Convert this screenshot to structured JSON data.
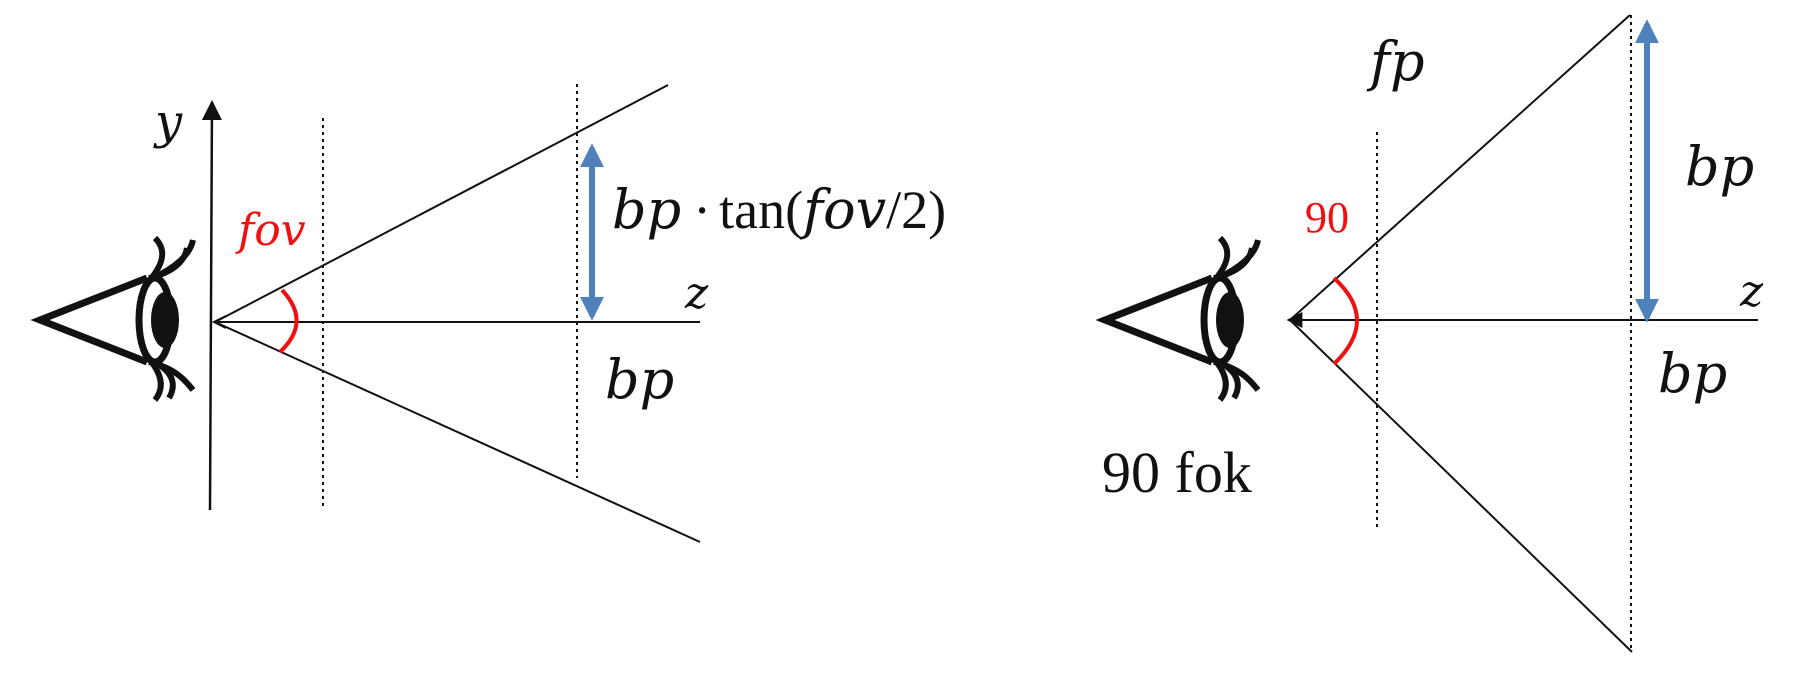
{
  "left_figure": {
    "axis_y_label": "y",
    "axis_z_label": "z",
    "angle_label": "fov",
    "bp_label": "bp",
    "height_label": {
      "bp": "bp",
      "dot": "·",
      "tan_open": "tan(",
      "fov": "fov",
      "slash_two": "/2)"
    }
  },
  "right_figure": {
    "fp_label": "fp",
    "angle_label": "90",
    "bp_height_label": "bp",
    "axis_z_label": "z",
    "bp_label": "bp",
    "caption": "90 fok"
  },
  "colors": {
    "accent": "#ee1111",
    "arrow": "#4f81bd",
    "ink": "#111111"
  },
  "icons": [
    "eye-icon",
    "eye-icon"
  ]
}
